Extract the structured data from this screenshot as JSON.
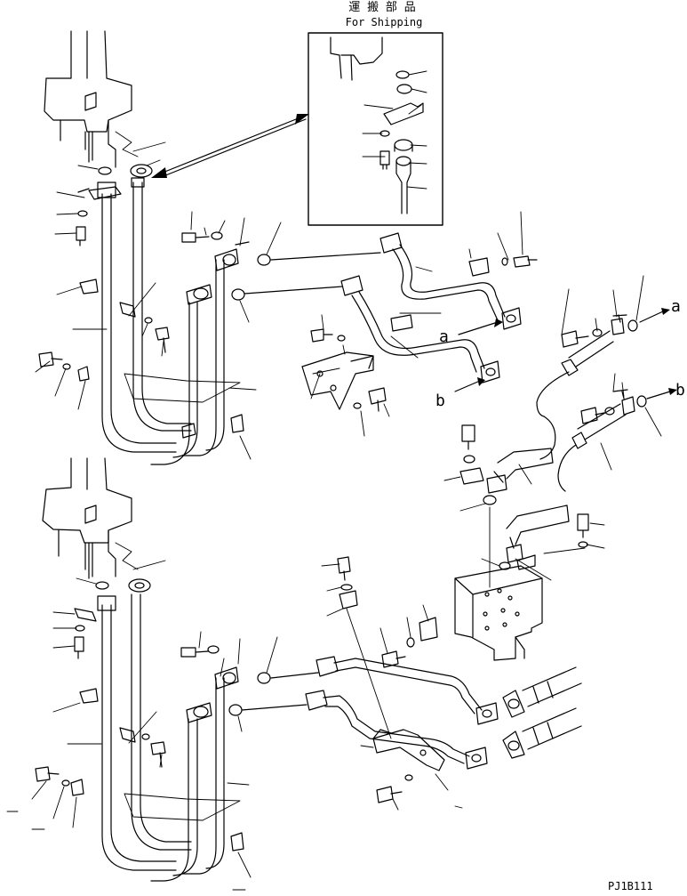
{
  "shipping_box": {
    "title_jp": "運 搬 部 品",
    "title_en": "For Shipping"
  },
  "connector_labels": {
    "a_right": "a",
    "b_right": "b",
    "a_left": "a",
    "b_left": "b"
  },
  "drawing_code": "PJ1B111"
}
